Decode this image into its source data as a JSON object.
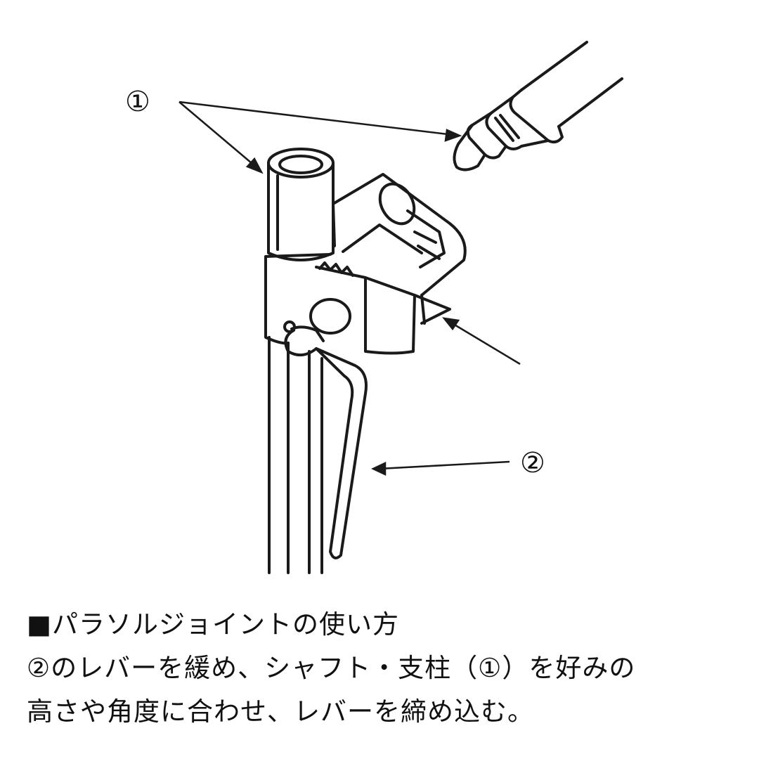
{
  "diagram": {
    "labels": {
      "shaft_and_post": "①",
      "lever": "②"
    },
    "line_color": "#1a1a1a"
  },
  "caption": {
    "heading": "■パラソルジョイントの使い方",
    "line1": "②のレバーを緩め、シャフト・支柱（①）を好みの",
    "line2": "高さや角度に合わせ、レバーを締め込む。"
  }
}
